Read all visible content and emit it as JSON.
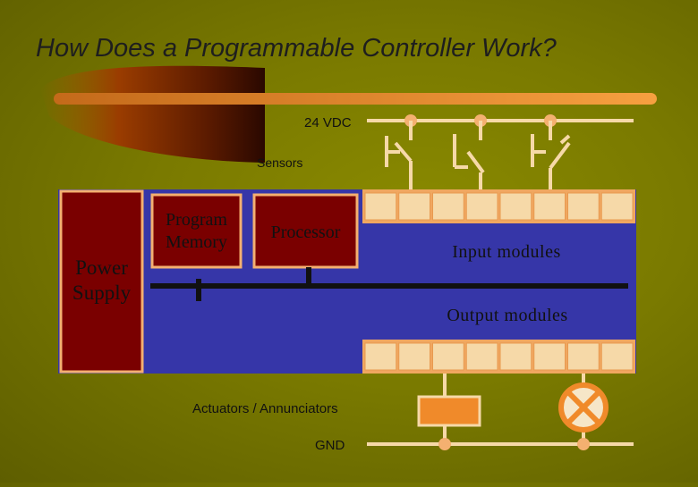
{
  "title": "How Does a Programmable Controller Work?",
  "labels": {
    "vdc": "24 VDC",
    "sensors": "Sensors",
    "power_supply": "Power Supply",
    "program_memory": "Program Memory",
    "processor": "Processor",
    "input_modules": "Input modules",
    "output_modules": "Output modules",
    "actuators": "Actuators / Annunciators",
    "gnd": "GND"
  },
  "colors": {
    "background": "#7a7a00",
    "cpu_blue": "#3636a8",
    "power_red": "#7a0000",
    "module_orange": "#f0a760",
    "outline_orange": "#f4b070",
    "terminal_cream": "#f6d9a8",
    "actuator_orange": "#f08a2a",
    "wire_black": "#111111"
  },
  "icons": {
    "sensor_switch": "sensor-switch-icon",
    "lamp": "lamp-icon",
    "actuator_coil": "actuator-coil-icon"
  }
}
